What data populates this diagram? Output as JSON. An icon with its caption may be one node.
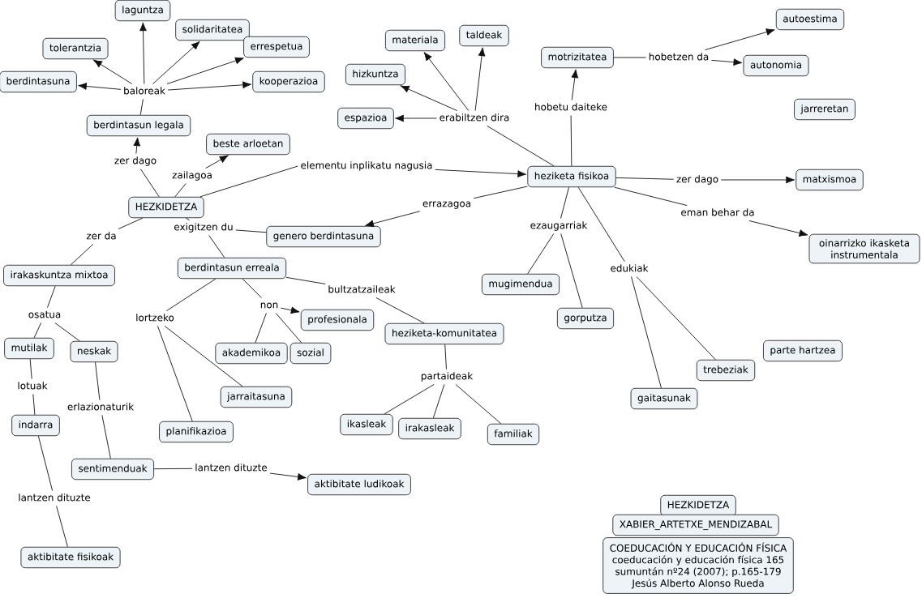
{
  "diagram": {
    "nodes": [
      {
        "text": [
          "laguntza"
        ]
      },
      {
        "text": [
          "solidaritatea"
        ]
      },
      {
        "text": [
          "tolerantzia"
        ]
      },
      {
        "text": [
          "errespetua"
        ]
      },
      {
        "text": [
          "berdintasuna"
        ]
      },
      {
        "text": [
          "kooperazioa"
        ]
      },
      {
        "text": [
          "baloreak"
        ]
      },
      {
        "text": [
          "berdintasun legala"
        ]
      },
      {
        "text": [
          "beste arloetan"
        ]
      },
      {
        "text": [
          "zer dago"
        ]
      },
      {
        "text": [
          "zailagoa"
        ]
      },
      {
        "text": [
          "HEZKIDETZA"
        ]
      },
      {
        "text": [
          "elementu inplikatu nagusia"
        ]
      },
      {
        "text": [
          "taldeak"
        ]
      },
      {
        "text": [
          "materiala"
        ]
      },
      {
        "text": [
          "hizkuntza"
        ]
      },
      {
        "text": [
          "espazioa"
        ]
      },
      {
        "text": [
          "erabiltzen dira"
        ]
      },
      {
        "text": [
          "motrizitatea"
        ]
      },
      {
        "text": [
          "hobetu daiteke"
        ]
      },
      {
        "text": [
          "hobetzen da"
        ]
      },
      {
        "text": [
          "autoestima"
        ]
      },
      {
        "text": [
          "autonomia"
        ]
      },
      {
        "text": [
          "jarreretan"
        ]
      },
      {
        "text": [
          "heziketa fisikoa"
        ]
      },
      {
        "text": [
          "zer dago"
        ]
      },
      {
        "text": [
          "matxismoa"
        ]
      },
      {
        "text": [
          "eman behar da"
        ]
      },
      {
        "text": [
          "oinarrizko ikasketa instrumentala"
        ]
      },
      {
        "text": [
          "errazagoa"
        ]
      },
      {
        "text": [
          "exigitzen du"
        ]
      },
      {
        "text": [
          "genero berdintasuna"
        ]
      },
      {
        "text": [
          "zer da"
        ]
      },
      {
        "text": [
          "ezaugarriak"
        ]
      },
      {
        "text": [
          "edukiak"
        ]
      },
      {
        "text": [
          "irakaskuntza mixtoa"
        ]
      },
      {
        "text": [
          "berdintasun erreala"
        ]
      },
      {
        "text": [
          "bultzatzaileak"
        ]
      },
      {
        "text": [
          "mugimendua"
        ]
      },
      {
        "text": [
          "non"
        ]
      },
      {
        "text": [
          "profesionala"
        ]
      },
      {
        "text": [
          "lortzeko"
        ]
      },
      {
        "text": [
          "osatua"
        ]
      },
      {
        "text": [
          "gorputza"
        ]
      },
      {
        "text": [
          "heziketa-komunitatea"
        ]
      },
      {
        "text": [
          "mutilak"
        ]
      },
      {
        "text": [
          "neskak"
        ]
      },
      {
        "text": [
          "akademikoa"
        ]
      },
      {
        "text": [
          "sozial"
        ]
      },
      {
        "text": [
          "parte hartzea"
        ]
      },
      {
        "text": [
          "trebeziak"
        ]
      },
      {
        "text": [
          "partaideak"
        ]
      },
      {
        "text": [
          "lotuak"
        ]
      },
      {
        "text": [
          "gaitasunak"
        ]
      },
      {
        "text": [
          "jarraitasuna"
        ]
      },
      {
        "text": [
          "erlazionaturik"
        ]
      },
      {
        "text": [
          "indarra"
        ]
      },
      {
        "text": [
          "planifikazioa"
        ]
      },
      {
        "text": [
          "ikasleak"
        ]
      },
      {
        "text": [
          "irakasleak"
        ]
      },
      {
        "text": [
          "familiak"
        ]
      },
      {
        "text": [
          "sentimenduak"
        ]
      },
      {
        "text": [
          "lantzen dituzte"
        ]
      },
      {
        "text": [
          "aktibitate ludikoak"
        ]
      },
      {
        "text": [
          "lantzen dituzte"
        ]
      },
      {
        "text": [
          "HEZKIDETZA"
        ]
      },
      {
        "text": [
          "XABIER_ARTETXE_MENDIZABAL"
        ]
      },
      {
        "text": [
          "aktibitate fisikoak"
        ]
      },
      {
        "text": [
          "COEDUCACIÓN Y EDUCACIÓN FÍSICA",
          "coeducación y educación física 165",
          "sumuntán nº24 (2007); p.165-179",
          "Jesús Alberto Alonso Rueda"
        ]
      }
    ],
    "edges": [
      {
        "from": 7,
        "to": 6,
        "arrow": "none"
      },
      {
        "from": 6,
        "to": 0,
        "arrow": "to"
      },
      {
        "from": 6,
        "to": 1,
        "arrow": "to"
      },
      {
        "from": 6,
        "to": 2,
        "arrow": "to"
      },
      {
        "from": 6,
        "to": 3,
        "arrow": "to"
      },
      {
        "from": 6,
        "to": 4,
        "arrow": "to"
      },
      {
        "from": 6,
        "to": 5,
        "arrow": "to"
      },
      {
        "from": 11,
        "to": 9,
        "arrow": "none"
      },
      {
        "from": 9,
        "to": 7,
        "arrow": "to"
      },
      {
        "from": 11,
        "to": 10,
        "arrow": "none"
      },
      {
        "from": 10,
        "to": 8,
        "arrow": "to"
      },
      {
        "from": 11,
        "to": 12,
        "arrow": "none"
      },
      {
        "from": 12,
        "to": 24,
        "arrow": "to"
      },
      {
        "from": 24,
        "to": 17,
        "arrow": "none"
      },
      {
        "from": 17,
        "to": 13,
        "arrow": "to"
      },
      {
        "from": 17,
        "to": 14,
        "arrow": "to"
      },
      {
        "from": 17,
        "to": 15,
        "arrow": "to"
      },
      {
        "from": 17,
        "to": 16,
        "arrow": "to"
      },
      {
        "from": 24,
        "to": 19,
        "arrow": "none"
      },
      {
        "from": 19,
        "to": 18,
        "arrow": "to"
      },
      {
        "from": 18,
        "to": 20,
        "arrow": "none"
      },
      {
        "from": 20,
        "to": 21,
        "arrow": "to"
      },
      {
        "from": 20,
        "to": 22,
        "arrow": "to"
      },
      {
        "from": 24,
        "to": 25,
        "arrow": "none"
      },
      {
        "from": 25,
        "to": 26,
        "arrow": "to"
      },
      {
        "from": 24,
        "to": 27,
        "arrow": "none"
      },
      {
        "from": 27,
        "to": 28,
        "arrow": "to"
      },
      {
        "from": 24,
        "to": 29,
        "arrow": "none"
      },
      {
        "from": 29,
        "to": 31,
        "arrow": "to"
      },
      {
        "from": 24,
        "to": 33,
        "arrow": "none"
      },
      {
        "from": 33,
        "to": 38,
        "arrow": "none"
      },
      {
        "from": 33,
        "to": 43,
        "arrow": "none"
      },
      {
        "from": 24,
        "to": 34,
        "arrow": "none"
      },
      {
        "from": 34,
        "to": 53,
        "arrow": "none"
      },
      {
        "from": 34,
        "to": 50,
        "arrow": "none"
      },
      {
        "from": 11,
        "to": 30,
        "arrow": "none"
      },
      {
        "from": 30,
        "to": 31,
        "arrow": "none"
      },
      {
        "from": 30,
        "to": 36,
        "arrow": "none"
      },
      {
        "from": 11,
        "to": 32,
        "arrow": "none"
      },
      {
        "from": 32,
        "to": 35,
        "arrow": "none"
      },
      {
        "from": 35,
        "to": 42,
        "arrow": "none"
      },
      {
        "from": 42,
        "to": 45,
        "arrow": "none"
      },
      {
        "from": 42,
        "to": 46,
        "arrow": "none"
      },
      {
        "from": 45,
        "to": 52,
        "arrow": "none"
      },
      {
        "from": 52,
        "to": 56,
        "arrow": "none"
      },
      {
        "from": 56,
        "to": 64,
        "arrow": "none"
      },
      {
        "from": 64,
        "to": 67,
        "arrow": "none"
      },
      {
        "from": 46,
        "to": 55,
        "arrow": "none"
      },
      {
        "from": 55,
        "to": 61,
        "arrow": "none"
      },
      {
        "from": 61,
        "to": 62,
        "arrow": "none"
      },
      {
        "from": 62,
        "to": 63,
        "arrow": "to"
      },
      {
        "from": 36,
        "to": 41,
        "arrow": "none"
      },
      {
        "from": 41,
        "to": 54,
        "arrow": "none"
      },
      {
        "from": 41,
        "to": 57,
        "arrow": "none"
      },
      {
        "from": 36,
        "to": 39,
        "arrow": "none"
      },
      {
        "from": 39,
        "to": 40,
        "arrow": "to"
      },
      {
        "from": 39,
        "to": 47,
        "arrow": "none"
      },
      {
        "from": 39,
        "to": 48,
        "arrow": "none"
      },
      {
        "from": 36,
        "to": 37,
        "arrow": "none"
      },
      {
        "from": 37,
        "to": 44,
        "arrow": "none"
      },
      {
        "from": 44,
        "to": 51,
        "arrow": "none"
      },
      {
        "from": 51,
        "to": 58,
        "arrow": "none"
      },
      {
        "from": 51,
        "to": 59,
        "arrow": "none"
      },
      {
        "from": 51,
        "to": 60,
        "arrow": "none"
      }
    ]
  }
}
